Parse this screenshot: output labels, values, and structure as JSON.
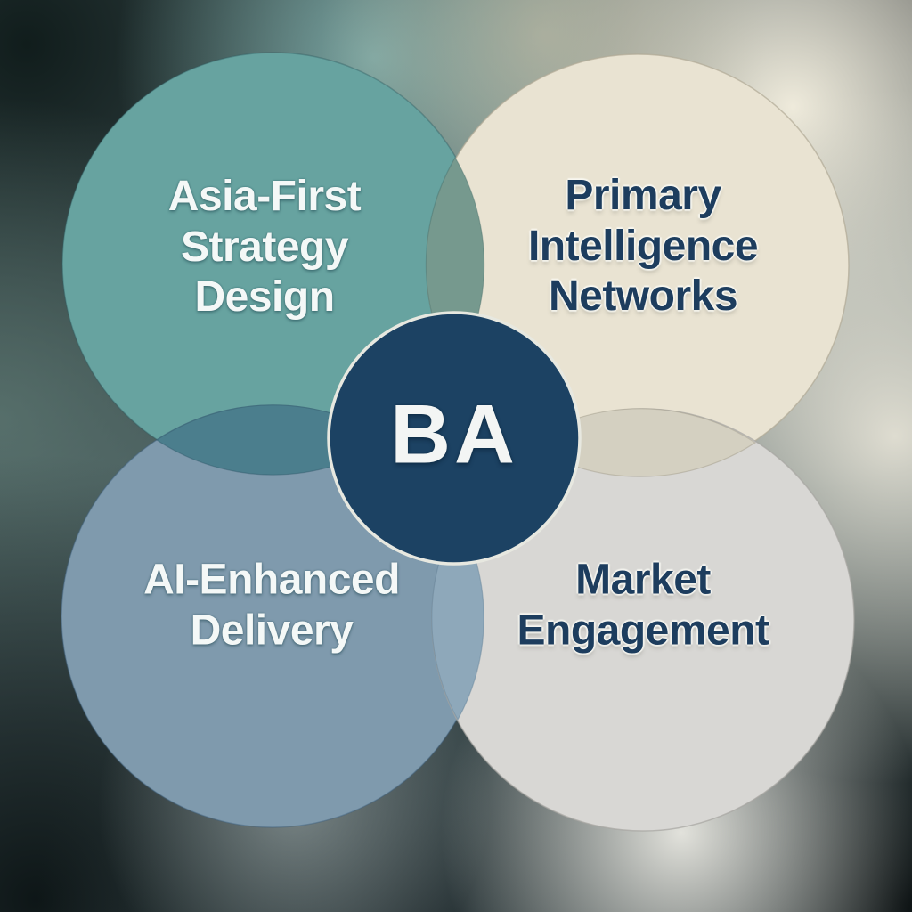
{
  "diagram": {
    "type": "venn-quad",
    "center": {
      "label": "BA",
      "color": "#1c4263",
      "ring_color": "#e7e8e0",
      "text_color": "#f3f5f4"
    },
    "quadrants": [
      {
        "position": "top-left",
        "name": "Asia-First Strategy Design",
        "lines": [
          "Asia-First",
          "Strategy",
          "Design"
        ],
        "color": "#67a3a0",
        "text_color": "#f4f8f7"
      },
      {
        "position": "top-right",
        "name": "Primary Intelligence Networks",
        "lines": [
          "Primary",
          "Intelligence",
          "Networks"
        ],
        "color": "#e9e3d2",
        "text_color": "#1d3d5e"
      },
      {
        "position": "bottom-left",
        "name": "AI-Enhanced Delivery",
        "lines": [
          "AI-Enhanced",
          "Delivery"
        ],
        "color": "#7f9aad",
        "text_color": "#f4f8f7"
      },
      {
        "position": "bottom-right",
        "name": "Market Engagement",
        "lines": [
          "Market",
          "Engagement"
        ],
        "color": "#d8d7d4",
        "text_color": "#1d3d5e"
      }
    ],
    "overlaps": [
      {
        "between": "top-left + top-right",
        "color": "#76998e"
      },
      {
        "between": "top-left + bottom-left",
        "color": "#4b7e8d"
      },
      {
        "between": "top-right + bottom-right",
        "color": "#d4d0c1"
      },
      {
        "between": "bottom-left + bottom-right",
        "color": "#8ea8ba"
      }
    ]
  }
}
